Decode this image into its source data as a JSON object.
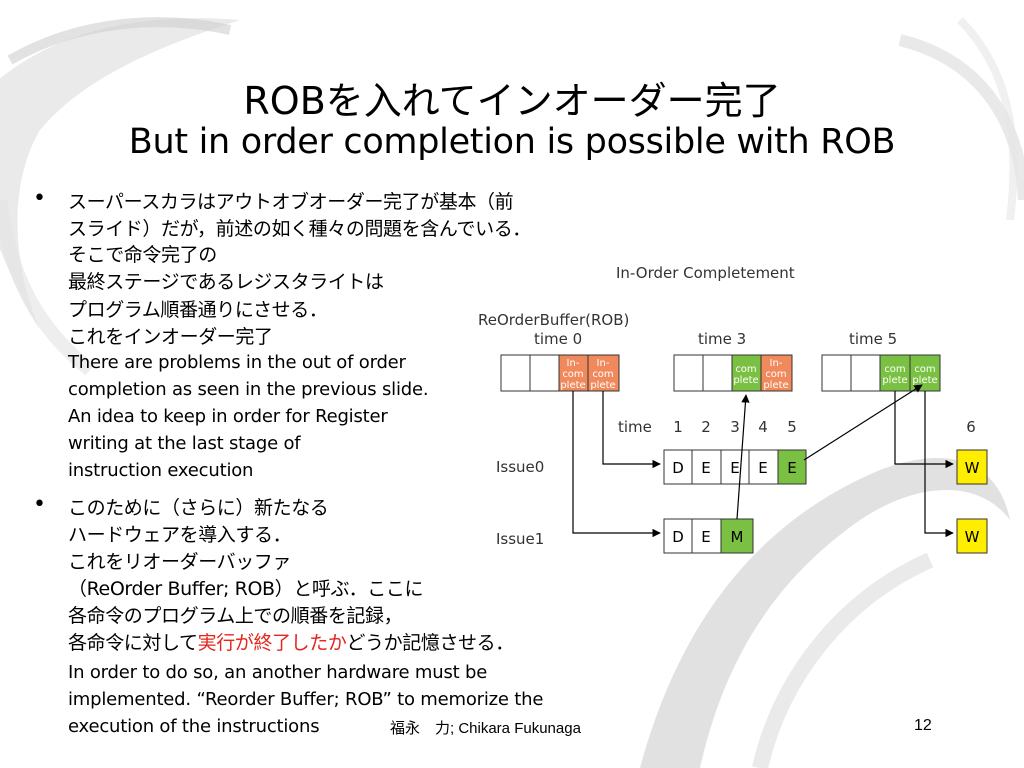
{
  "slide": {
    "title_ja": "ROBを入れてインオーダー完了",
    "title_en": "But in order completion is possible with ROB",
    "bullet1": {
      "ja_lines": [
        "スーパースカラはアウトオブオーダー完了が基本（前",
        "スライド）だが，前述の如く種々の問題を含んでいる．",
        "そこで命令完了の",
        "最終ステージであるレジスタライトは",
        "プログラム順番通りにさせる．",
        "これをインオーダー完了"
      ],
      "en_lines": [
        "There are problems in the out of order",
        "completion as seen in the previous slide.",
        "An idea to keep in order for Register",
        "writing at the last stage of",
        "instruction execution"
      ]
    },
    "bullet2": {
      "ja_lines": [
        "このために（さらに）新たなる",
        "ハードウェアを導入する．",
        "これをリオーダーバッファ",
        "（ReOrder Buffer; ROB）と呼ぶ．ここに",
        "各命令のプログラム上での順番を記録，"
      ],
      "ja_last_prefix": "各命令に対して",
      "ja_last_highlight": "実行が終了したか",
      "ja_last_suffix": "どうか記憶させる．",
      "en_lines": [
        "In order to do so,  an another hardware must be",
        "implemented. “Reorder Buffer; ROB” to memorize the",
        "execution of the instructions"
      ]
    },
    "footer_author": "福永　力; Chikara Fukunaga",
    "page_number": "12",
    "colors": {
      "highlight_red": "#e3261e",
      "rob_orange": "#f08a5d",
      "green": "#7ac143",
      "yellow": "#ffee00"
    }
  },
  "diagram": {
    "title": "In-Order Completement",
    "rob_label": "ReOrderBuffer(ROB)",
    "snapshots": [
      {
        "label": "time 0",
        "cells": [
          "",
          "",
          "In-\ncom\nplete",
          "In-\ncom\nplete"
        ]
      },
      {
        "label": "time 3",
        "cells": [
          "",
          "",
          "com\nplete",
          "In-\ncom\nplete"
        ]
      },
      {
        "label": "time 5",
        "cells": [
          "",
          "",
          "com\nplete",
          "com\nplete"
        ]
      }
    ],
    "time_label": "time",
    "time_ticks": [
      "1",
      "2",
      "3",
      "4",
      "5",
      "6"
    ],
    "issue0_label": "Issue0",
    "issue0_cells": [
      "D",
      "E",
      "E",
      "E",
      "E"
    ],
    "issue0_write": "W",
    "issue1_label": "Issue1",
    "issue1_cells": [
      "D",
      "E",
      "M"
    ],
    "issue1_write": "W"
  }
}
